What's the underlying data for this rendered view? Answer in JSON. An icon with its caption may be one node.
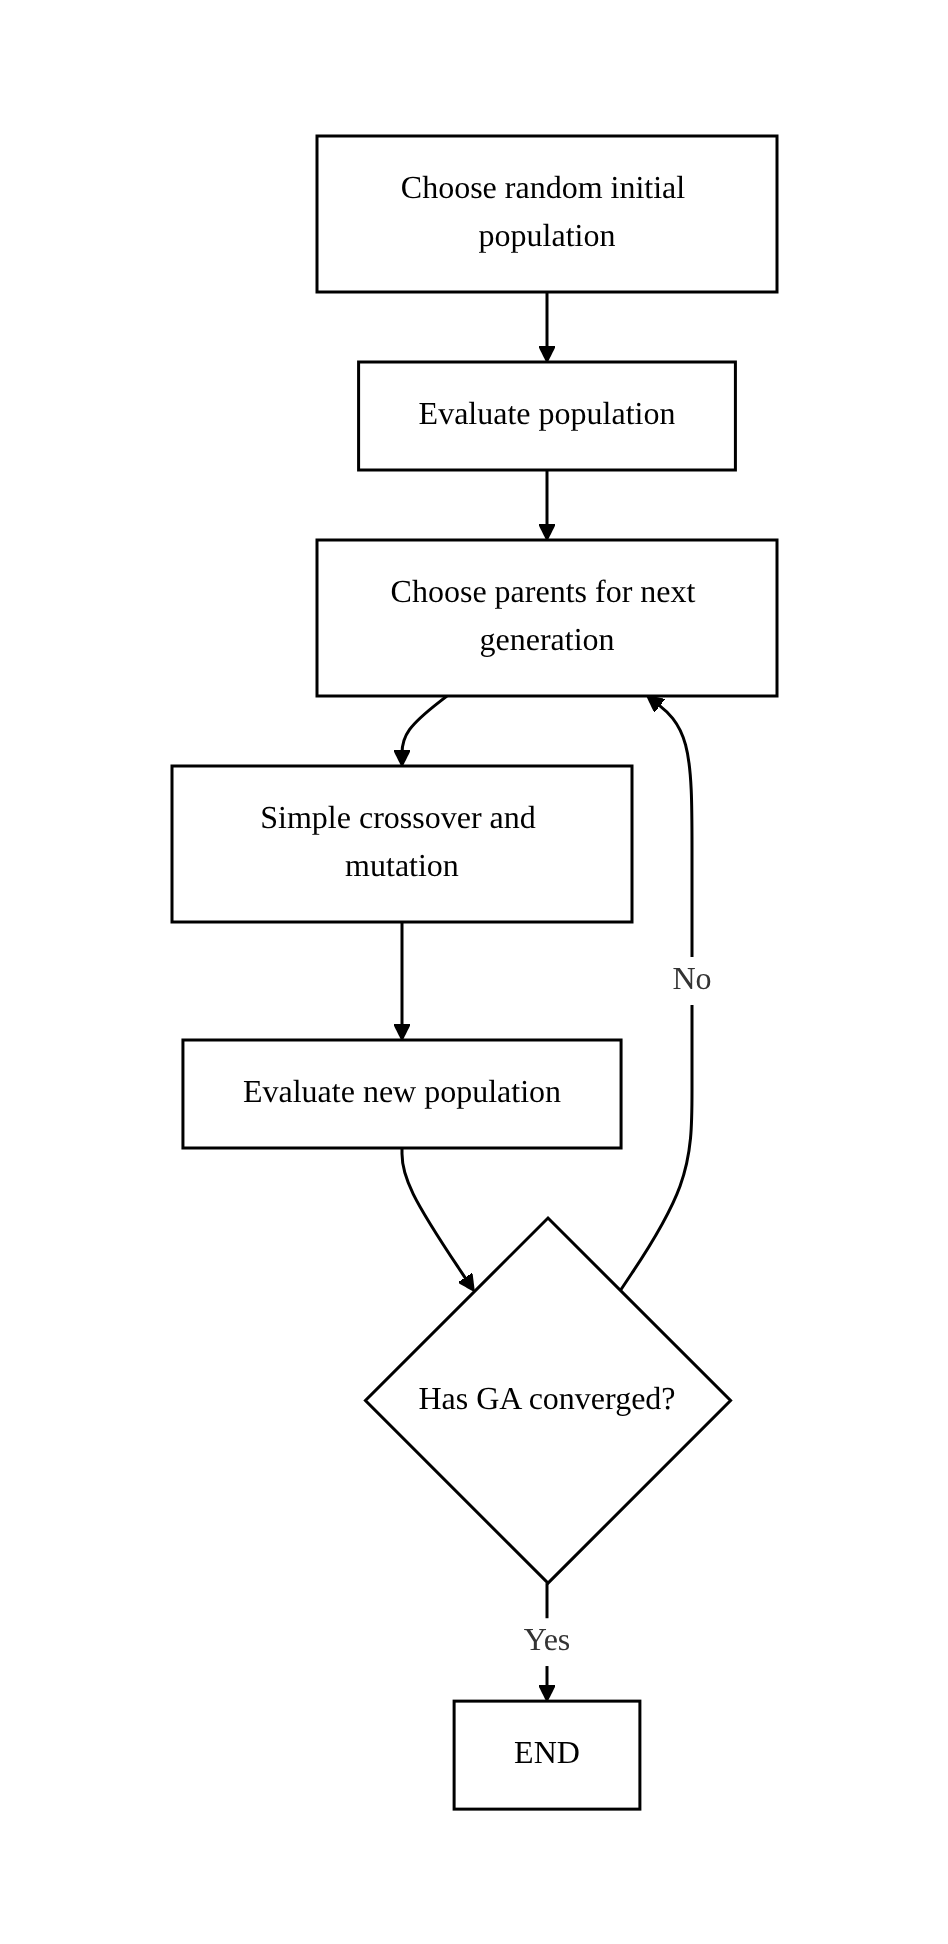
{
  "diagram": {
    "nodes": [
      {
        "text": [
          "Choose random initial population"
        ]
      },
      {
        "text": [
          "Evaluate population"
        ]
      },
      {
        "text": [
          "Choose parents for next generation"
        ]
      },
      {
        "text": [
          "Simple crossover and mutation"
        ]
      },
      {
        "text": [
          "Evaluate new population"
        ]
      },
      {
        "text": [
          "Has GA converged?"
        ]
      },
      {
        "text": [
          "END"
        ]
      }
    ],
    "edges": [
      {
        "from": 0,
        "to": 1,
        "arrow": "to"
      },
      {
        "from": 1,
        "to": 2,
        "arrow": "to"
      },
      {
        "from": 2,
        "to": 3,
        "arrow": "to"
      },
      {
        "from": 3,
        "to": 4,
        "arrow": "to"
      },
      {
        "from": 4,
        "to": 5,
        "arrow": "to"
      },
      {
        "from": 5,
        "to": 2,
        "arrow": "to",
        "label": "No"
      },
      {
        "from": 5,
        "to": 6,
        "arrow": "to",
        "label": "Yes"
      }
    ]
  }
}
